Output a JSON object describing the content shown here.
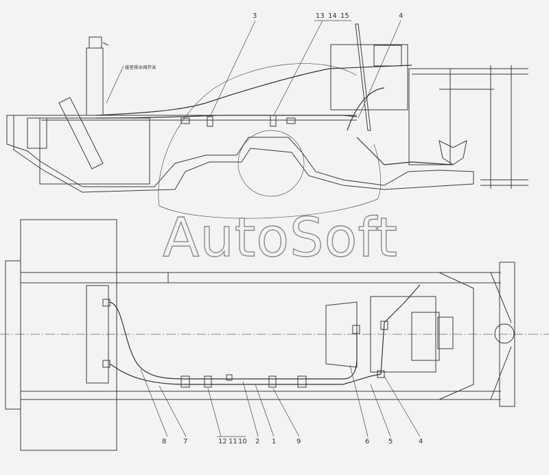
{
  "watermark": "AutoSoft",
  "side_view": {
    "note_label": "接至排水阀开关",
    "callouts": [
      "3",
      "13",
      "14",
      "15",
      "4"
    ]
  },
  "plan_view": {
    "callouts": [
      "8",
      "7",
      "12",
      "11",
      "10",
      "2",
      "1",
      "9",
      "6",
      "5",
      "4"
    ]
  }
}
